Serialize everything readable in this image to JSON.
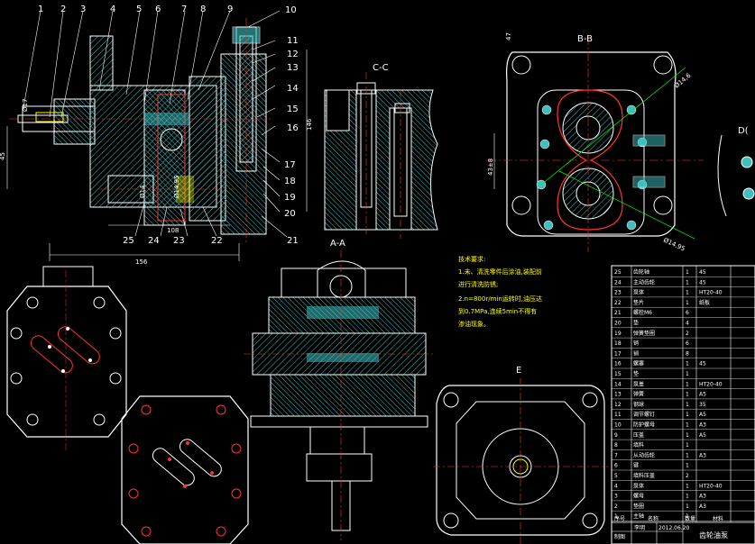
{
  "callouts": [
    "1",
    "2",
    "3",
    "4",
    "5",
    "6",
    "7",
    "8",
    "9",
    "10",
    "11",
    "12",
    "13",
    "14",
    "15",
    "16",
    "17",
    "18",
    "19",
    "20",
    "21",
    "22",
    "23",
    "24",
    "25"
  ],
  "sections": {
    "cc": "C-C",
    "bb": "B-B",
    "aa": "A-A",
    "e": "E",
    "d": "D("
  },
  "dims": {
    "d1": "Ø17",
    "d2": "45",
    "d3": "156",
    "d4": "108",
    "d5": "146",
    "d6": "47",
    "d7": "43±8",
    "d8": "Ø14,6",
    "d9": "Ø14.95",
    "d10": "Ø14.95",
    "d11": "Ø14"
  },
  "tech_notes": [
    "技术要求:",
    "1.未、清洗零件后涂油,装配前",
    "进行清洗防锈;",
    "2.n=800r/min运转时,油压达",
    "到0.7MPa,连续5min不得有",
    "渗油现象。"
  ],
  "bom": [
    {
      "no": "25",
      "name": "齿轮轴",
      "qty": "1",
      "mat": "45"
    },
    {
      "no": "24",
      "name": "主动齿轮",
      "qty": "1",
      "mat": "45"
    },
    {
      "no": "23",
      "name": "泵体",
      "qty": "1",
      "mat": "HT20-40"
    },
    {
      "no": "22",
      "name": "垫片",
      "qty": "1",
      "mat": "纸板"
    },
    {
      "no": "21",
      "name": "螺栓M6",
      "qty": "6",
      "mat": ""
    },
    {
      "no": "20",
      "name": "垫",
      "qty": "4",
      "mat": ""
    },
    {
      "no": "19",
      "name": "弹簧垫圈",
      "qty": "2",
      "mat": ""
    },
    {
      "no": "18",
      "name": "销",
      "qty": "6",
      "mat": ""
    },
    {
      "no": "17",
      "name": "销",
      "qty": "8",
      "mat": ""
    },
    {
      "no": "16",
      "name": "螺塞",
      "qty": "1",
      "mat": "45"
    },
    {
      "no": "15",
      "name": "垫",
      "qty": "1",
      "mat": ""
    },
    {
      "no": "14",
      "name": "泵盖",
      "qty": "1",
      "mat": "HT20-40"
    },
    {
      "no": "13",
      "name": "弹簧",
      "qty": "1",
      "mat": "A5"
    },
    {
      "no": "12",
      "name": "钢球",
      "qty": "1",
      "mat": "35"
    },
    {
      "no": "11",
      "name": "调节螺钉",
      "qty": "1",
      "mat": "A5"
    },
    {
      "no": "10",
      "name": "防护螺母",
      "qty": "1",
      "mat": "A3"
    },
    {
      "no": "9",
      "name": "压盖",
      "qty": "1",
      "mat": "A5"
    },
    {
      "no": "8",
      "name": "填料",
      "qty": "1",
      "mat": ""
    },
    {
      "no": "7",
      "name": "从动齿轮",
      "qty": "1",
      "mat": "A3"
    },
    {
      "no": "6",
      "name": "键",
      "qty": "1",
      "mat": ""
    },
    {
      "no": "5",
      "name": "填料压盖",
      "qty": "2",
      "mat": ""
    },
    {
      "no": "4",
      "name": "泵体",
      "qty": "1",
      "mat": "HT20-40"
    },
    {
      "no": "3",
      "name": "螺母",
      "qty": "1",
      "mat": "A3"
    },
    {
      "no": "2",
      "name": "垫圈",
      "qty": "1",
      "mat": "A3"
    },
    {
      "no": "1",
      "name": "主轴",
      "qty": "1",
      "mat": ""
    }
  ],
  "title_block": {
    "hdr_no": "序号",
    "hdr_name": "名称",
    "hdr_qty": "数量",
    "hdr_mat": "材料",
    "drawn_label": "制图",
    "drawn_name": "李明",
    "date": "2012.06.20",
    "title": "齿轮油泵"
  }
}
